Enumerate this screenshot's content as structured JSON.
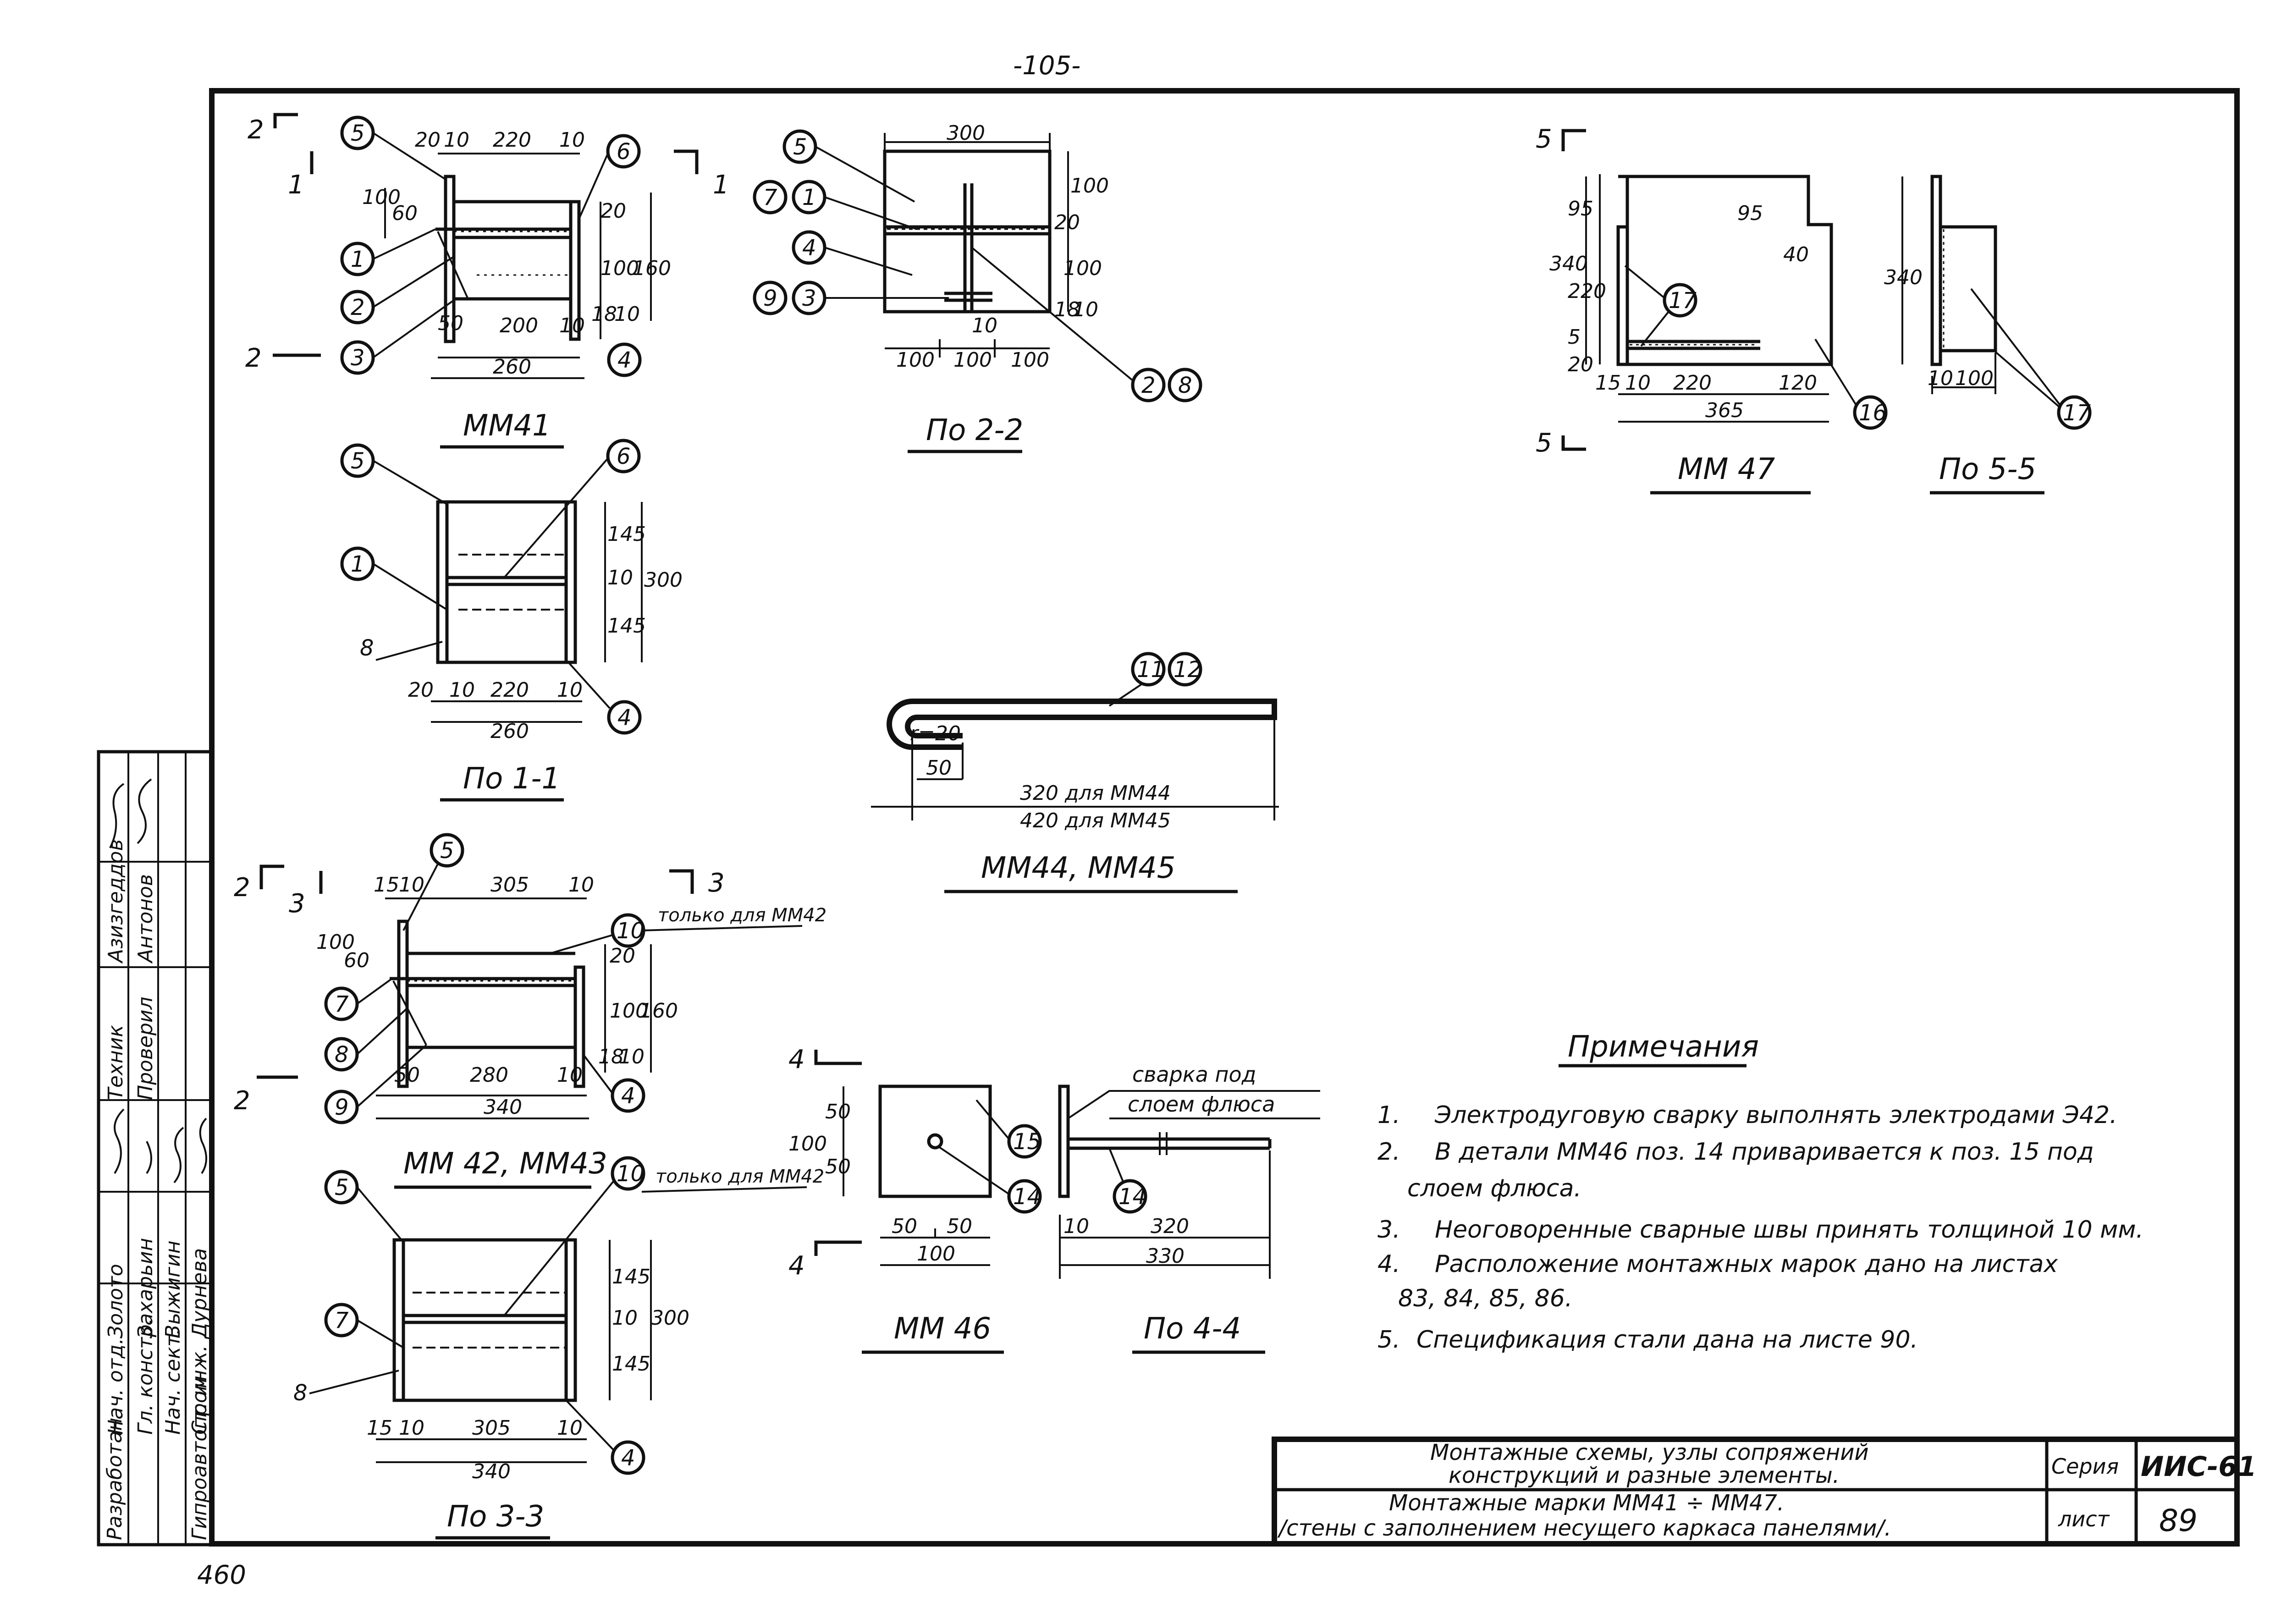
{
  "page_number": "-105-",
  "views": {
    "mm41": {
      "title": "ММ41",
      "dims": [
        "20",
        "10",
        "220",
        "10",
        "100",
        "60",
        "20",
        "100",
        "160",
        "18",
        "10",
        "50",
        "200",
        "10",
        "260"
      ],
      "callouts": [
        "5",
        "6",
        "1",
        "2",
        "3",
        "4"
      ],
      "section_marks": [
        "2",
        "1",
        "1",
        "2"
      ]
    },
    "section_2_2": {
      "title": "По 2-2",
      "dims": [
        "300",
        "100",
        "20",
        "100",
        "18",
        "10",
        "10",
        "100",
        "100",
        "100"
      ],
      "callouts": [
        "5",
        "7",
        "1",
        "4",
        "9",
        "3",
        "2",
        "8"
      ]
    },
    "section_1_1": {
      "title": "По 1-1",
      "dims": [
        "145",
        "10",
        "145",
        "300",
        "20",
        "10",
        "220",
        "10",
        "260"
      ],
      "callouts": [
        "5",
        "6",
        "1",
        "8",
        "4"
      ]
    },
    "mm42": {
      "title": "ММ 42, ММ43",
      "dims": [
        "15",
        "10",
        "305",
        "10",
        "100",
        "60",
        "20",
        "100",
        "160",
        "18",
        "10",
        "50",
        "280",
        "10",
        "340"
      ],
      "callouts": [
        "5",
        "10",
        "7",
        "8",
        "9",
        "4"
      ],
      "section_marks": [
        "2",
        "3",
        "3",
        "2"
      ],
      "note_only": "только для ММ42"
    },
    "section_3_3": {
      "title": "По 3-3",
      "dims": [
        "145",
        "10",
        "145",
        "300",
        "15",
        "10",
        "305",
        "10",
        "340"
      ],
      "callouts": [
        "5",
        "10",
        "7",
        "8",
        "4"
      ],
      "note_only": "только для ММ42"
    },
    "mm44_45": {
      "title": "ММ44, ММ45",
      "dims": [
        "r=20",
        "50",
        "320 для ММ44",
        "420 для ММ45"
      ],
      "callouts": [
        "11",
        "12"
      ]
    },
    "mm46": {
      "title": "ММ 46",
      "dims": [
        "50",
        "50",
        "100",
        "50",
        "50",
        "100"
      ],
      "callouts": [
        "15",
        "14"
      ],
      "section_marks": [
        "4",
        "4"
      ]
    },
    "section_4_4": {
      "title": "По 4-4",
      "dims": [
        "10",
        "320",
        "330"
      ],
      "callouts": [
        "14"
      ],
      "weld_note": [
        "сварка под",
        "слоем флюса"
      ]
    },
    "mm47": {
      "title": "ММ 47",
      "dims": [
        "95",
        "95",
        "40",
        "340",
        "220",
        "5",
        "20",
        "15",
        "10",
        "220",
        "120",
        "365"
      ],
      "callouts": [
        "17",
        "16"
      ],
      "section_marks": [
        "5",
        "5"
      ]
    },
    "section_5_5": {
      "title": "По 5-5",
      "dims": [
        "340",
        "10",
        "100"
      ],
      "callouts": [
        "17"
      ]
    }
  },
  "notes": {
    "heading": "Примечания",
    "items": [
      [
        "1.",
        "Электродуговую сварку выполнять электродами Э42."
      ],
      [
        "2.",
        "В детали ММ46 поз. 14 приваривается к поз. 15 под"
      ],
      [
        "",
        "слоем флюса."
      ],
      [
        "3.",
        "Неоговоренные сварные швы принять толщиной 10 мм."
      ],
      [
        "4.",
        "Расположение монтажных марок дано на листах"
      ],
      [
        "",
        "83, 84, 85, 86."
      ],
      [
        "5.",
        "Спецификация стали дана на листе 90."
      ]
    ]
  },
  "title_block": {
    "line1": "Монтажные схемы, узлы сопряжений",
    "line2": "конструкций и разные элементы.",
    "line3": "Монтажные марки ММ41 ÷ ММ47.",
    "line4": "/стены с заполнением несущего каркаса панелями/.",
    "series_label": "Серия",
    "series_value": "ИИС-61",
    "sheet_label": "лист",
    "sheet_value": "89"
  },
  "stamp": {
    "org1": "Разработан",
    "org2": "Гипроавтопром",
    "roles": [
      "Нач. отд.",
      "Гл. констр.",
      "Нач. сект.",
      "Ст. инж.",
      "Техник",
      "Проверил"
    ],
    "names": [
      "Золото",
      "Захарьин",
      "Выжигин",
      "Дурнева",
      "Азизгеддов",
      "Антонов"
    ],
    "bottom_number": "460"
  }
}
